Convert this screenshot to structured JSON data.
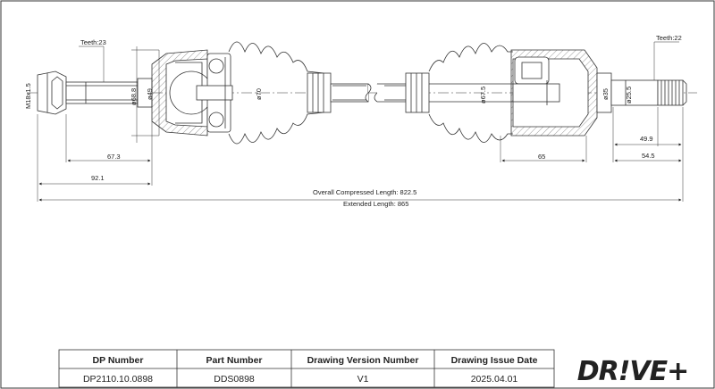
{
  "drawing": {
    "left_teeth": "Teeth:23",
    "right_teeth": "Teeth:22",
    "thread": "M18x1.5",
    "dia_68_8": "ø68.8",
    "dia_49": "ø49",
    "dia_70": "ø70",
    "dia_67_5": "ø67.5",
    "dia_35": "ø35",
    "dia_25_5": "ø25.5",
    "dim_67_3": "67.3",
    "dim_92_1": "92.1",
    "dim_65": "65",
    "dim_49_9": "49.9",
    "dim_54_5": "54.5",
    "overall_compressed": "Overall Compressed Length: 822.5",
    "extended": "Extended Length: 865"
  },
  "title_block": {
    "headers": [
      "DP Number",
      "Part Number",
      "Drawing Version Number",
      "Drawing Issue Date"
    ],
    "values": [
      "DP2110.10.0898",
      "DDS0898",
      "V1",
      "2025.04.01"
    ]
  },
  "logo": {
    "text": "DR!VE+",
    "color": "#f07f1a"
  }
}
